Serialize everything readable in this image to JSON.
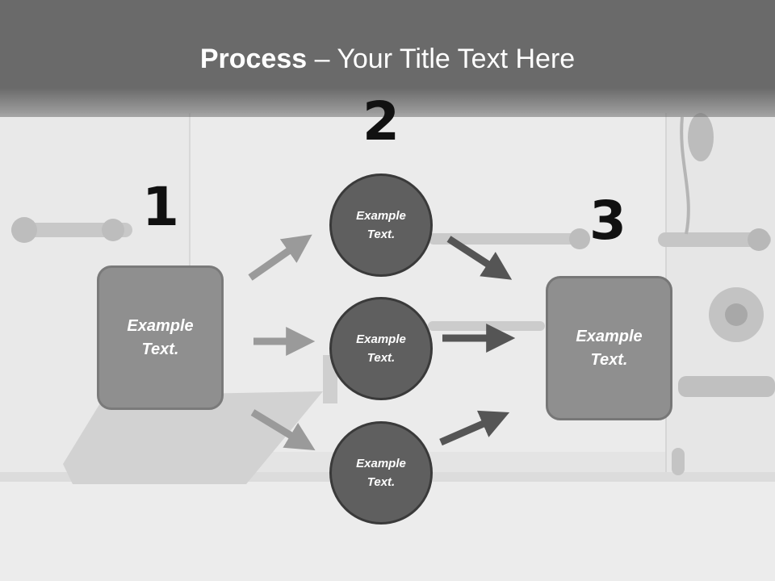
{
  "title": {
    "bold": "Process",
    "rest": " – Your Title Text Here"
  },
  "steps": [
    {
      "number": "1",
      "text": "Example Text."
    },
    {
      "number": "2",
      "items": [
        "Example Text.",
        "Example Text.",
        "Example Text."
      ]
    },
    {
      "number": "3",
      "text": "Example Text."
    }
  ],
  "colors": {
    "title_bar": "#6a6a6a",
    "step1_box": "#8f8f8f",
    "step2_circle": "#5f5f5f",
    "step3_box": "#8f8f8f",
    "arrow_light": "#9a9a9a",
    "arrow_dark": "#555555"
  }
}
